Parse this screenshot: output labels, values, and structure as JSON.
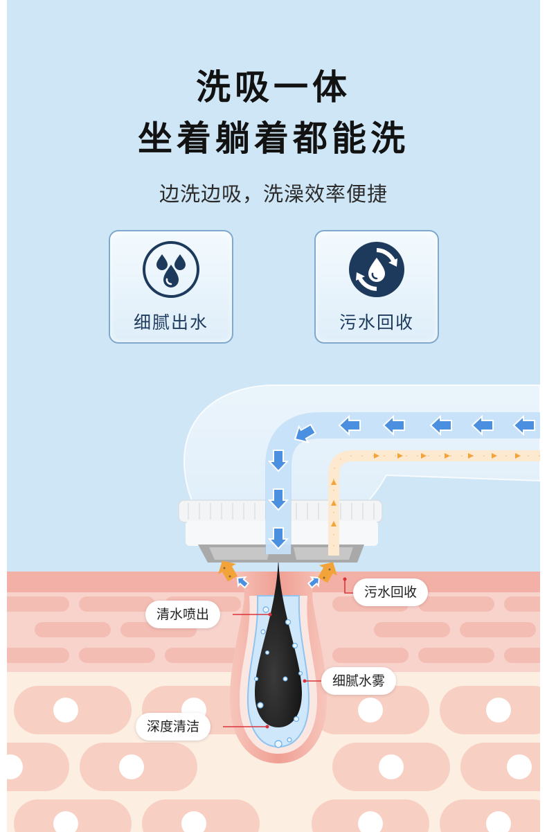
{
  "headline": {
    "line1": "洗吸一体",
    "line2": "坐着躺着都能洗"
  },
  "subheadline": "边洗边吸，洗澡效率便捷",
  "features": [
    {
      "icon": "water-drops-icon",
      "label": "细腻出水"
    },
    {
      "icon": "recycle-drop-icon",
      "label": "污水回收"
    }
  ],
  "callouts": {
    "clean_water_out": "清水喷出",
    "dirty_water_recovery": "污水回收",
    "fine_mist": "细腻水雾",
    "deep_clean": "深度清洁"
  },
  "colors": {
    "background": "#cfe6f6",
    "icon_navy": "#1d3a5c",
    "clean_flow_blue": "#4a8fe0",
    "dirty_flow_orange": "#f2a33a",
    "skin_pink": "#f2b0a6",
    "callout_line_red": "#d9333a"
  }
}
